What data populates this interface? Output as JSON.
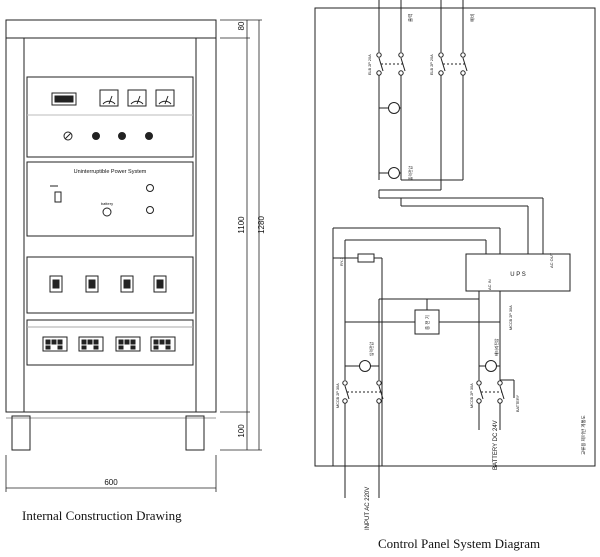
{
  "captions": {
    "left": "Internal Construction Drawing",
    "right": "Control Panel System Diagram"
  },
  "dimensions": {
    "top": "80",
    "inner_height": "1100",
    "total_height": "1280",
    "base": "100",
    "width": "600"
  },
  "cabinet": {
    "ups_label": "Uninterruptible Power System",
    "battery_label": "battery"
  },
  "schematic": {
    "ups_label": "U P S",
    "ac_in": "AC IN",
    "ac_out": "AC OUT",
    "charger": "충 전 기",
    "elb1": "ELB 2P 20A",
    "elb2": "ELB 2P 20A",
    "out1": "출력",
    "out2": "예비",
    "mccb1": "MCCB 2P 30A",
    "mccb2": "MCCB 2P 30A",
    "mccb3": "MCCB 2P 30A",
    "volt_in": "입력전압",
    "volt_batt": "배터리전압",
    "volt_out": "출력전압",
    "battery_word": "BATTERY",
    "battery_side": "BATTERY",
    "battery_spec": "BATTERY DC 24V",
    "input_spec": "INPUT AC 220V",
    "relay": "RY-1",
    "side_note": "교류용 제어반 계통도"
  }
}
